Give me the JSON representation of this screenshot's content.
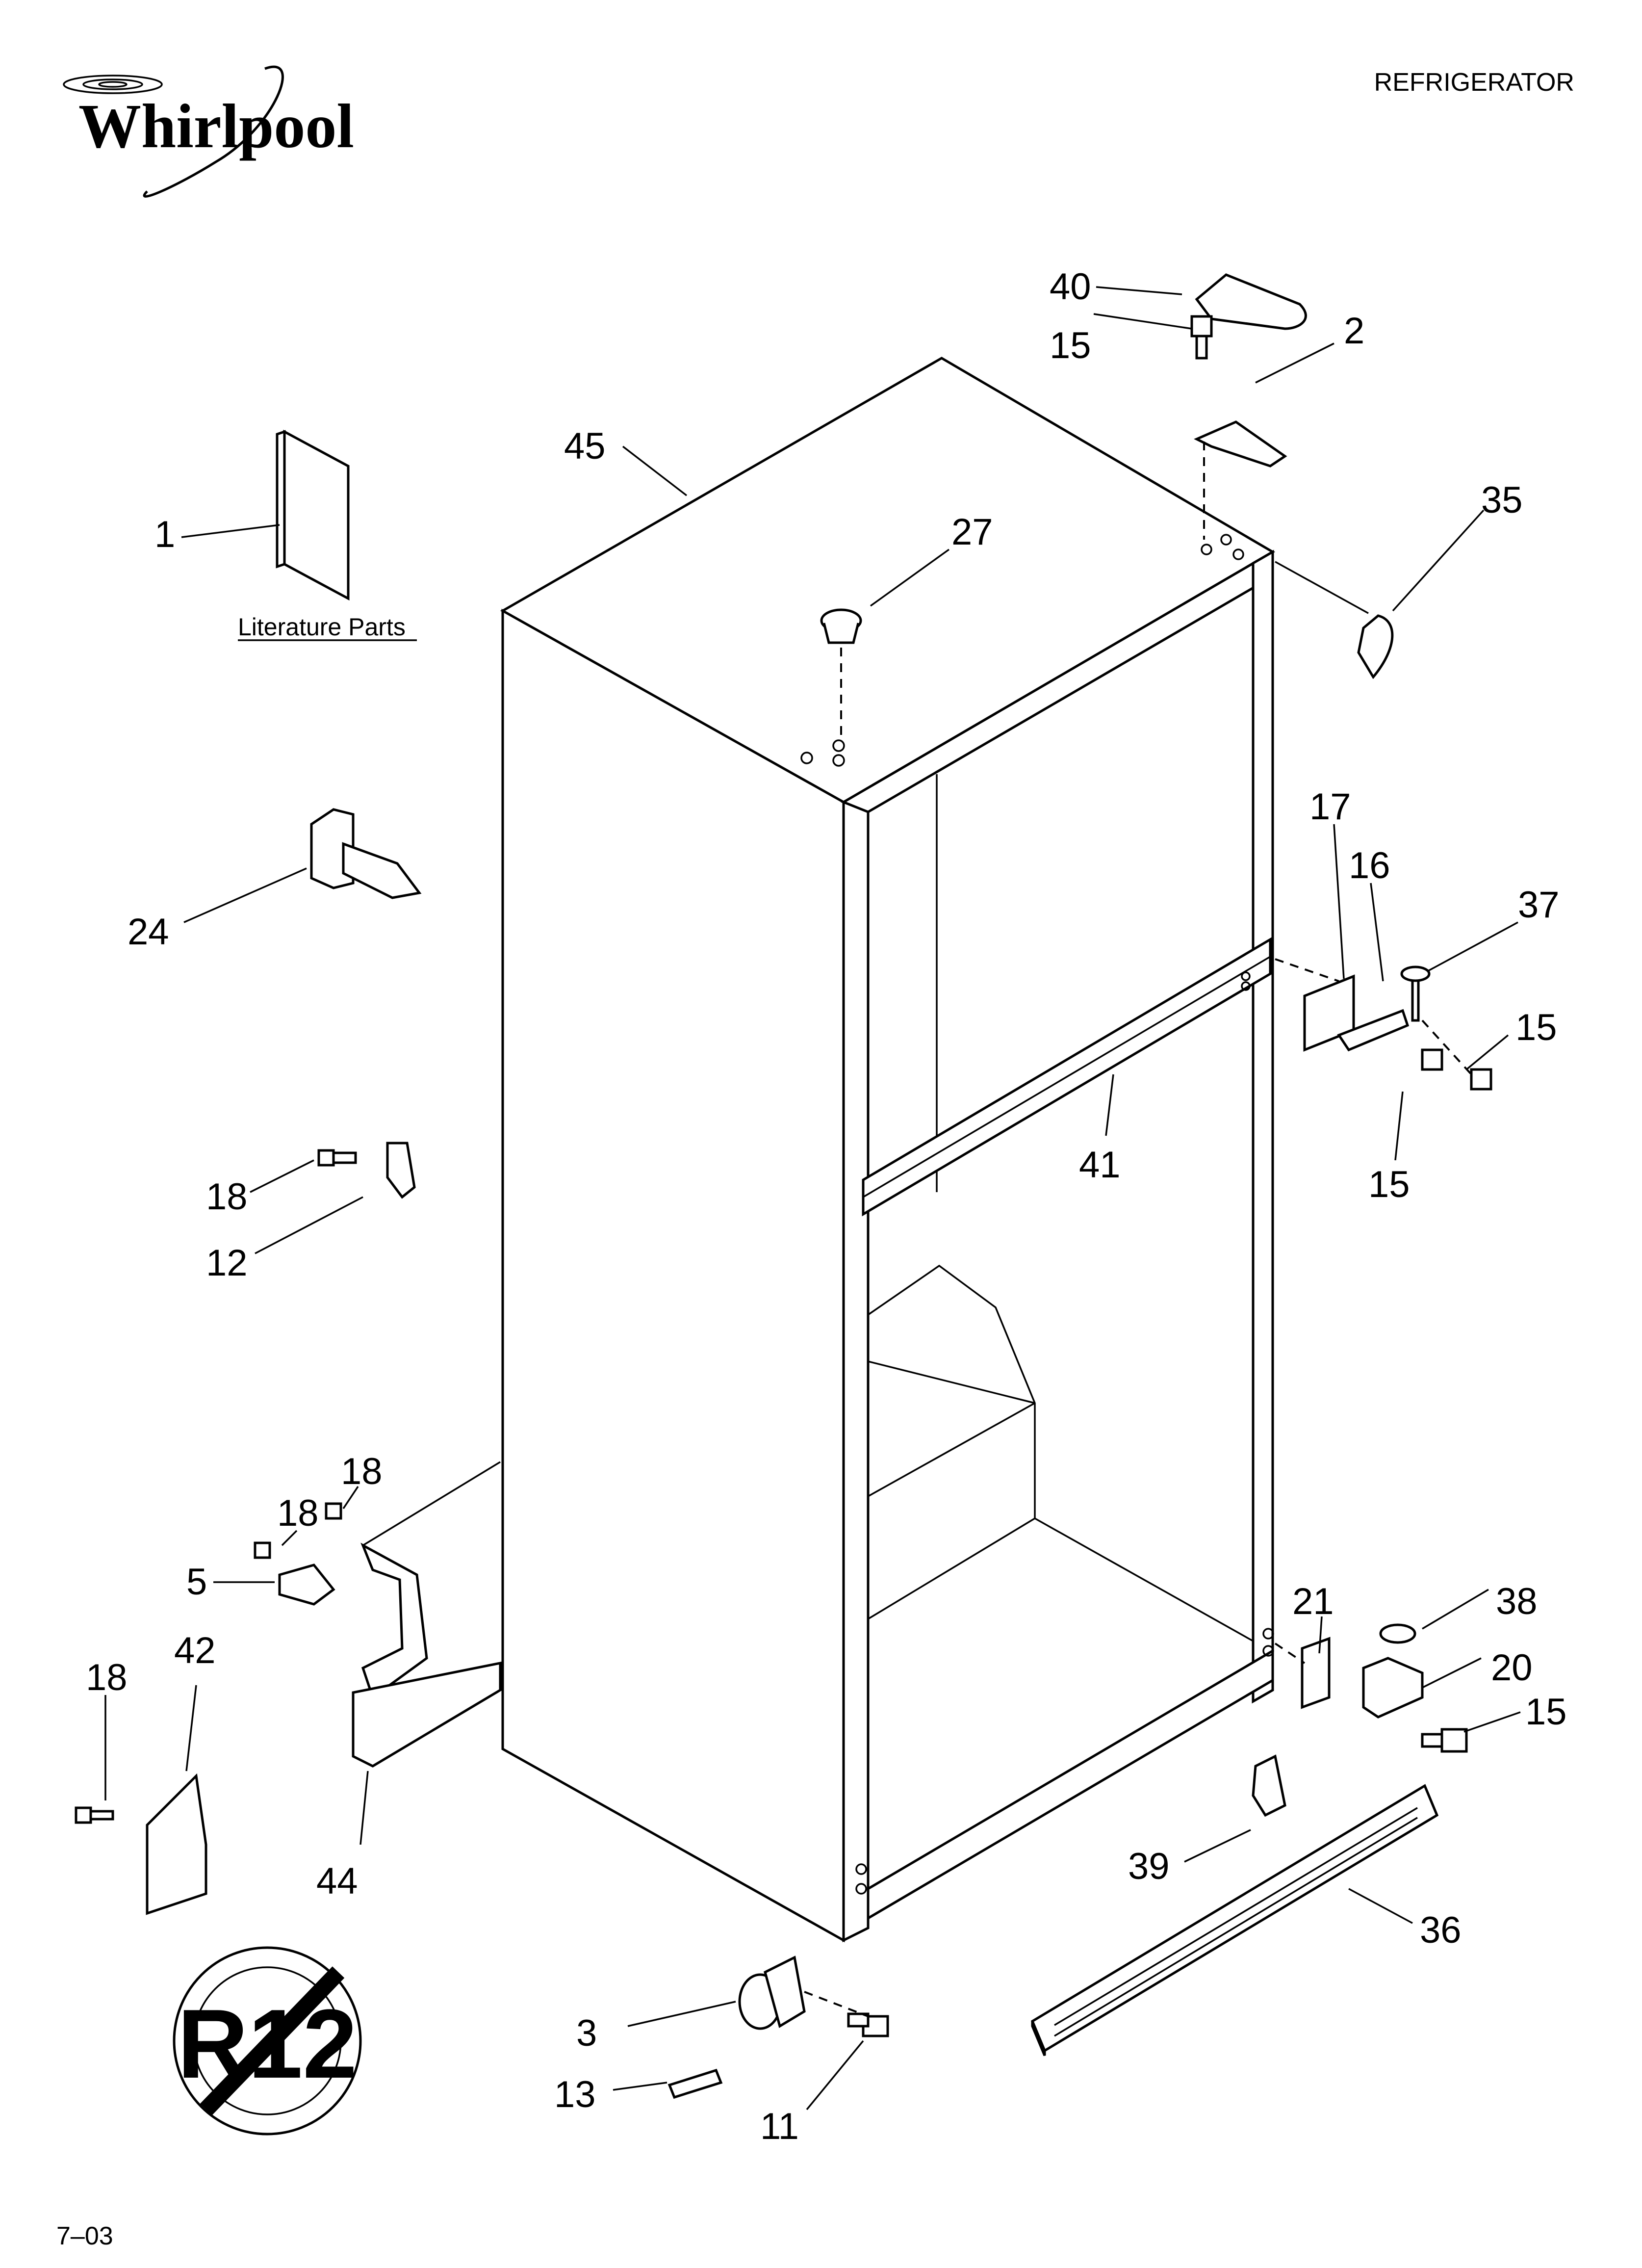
{
  "brand": {
    "logo_text": "Whirlpool"
  },
  "header": {
    "title": "REFRIGERATOR"
  },
  "literature_caption": "Literature Parts",
  "r12_symbol_text": "R12",
  "footer": {
    "code": "7–03"
  },
  "callouts": [
    {
      "id": "c40",
      "text": "40"
    },
    {
      "id": "c15a",
      "text": "15"
    },
    {
      "id": "c2",
      "text": "2"
    },
    {
      "id": "c45",
      "text": "45"
    },
    {
      "id": "c35",
      "text": "35"
    },
    {
      "id": "c1",
      "text": "1"
    },
    {
      "id": "c27",
      "text": "27"
    },
    {
      "id": "c17",
      "text": "17"
    },
    {
      "id": "c16",
      "text": "16"
    },
    {
      "id": "c37",
      "text": "37"
    },
    {
      "id": "c15b",
      "text": "15"
    },
    {
      "id": "c15c",
      "text": "15"
    },
    {
      "id": "c24",
      "text": "24"
    },
    {
      "id": "c41",
      "text": "41"
    },
    {
      "id": "c18a",
      "text": "18"
    },
    {
      "id": "c12",
      "text": "12"
    },
    {
      "id": "c18b",
      "text": "18"
    },
    {
      "id": "c18c",
      "text": "18"
    },
    {
      "id": "c5",
      "text": "5"
    },
    {
      "id": "c21",
      "text": "21"
    },
    {
      "id": "c38",
      "text": "38"
    },
    {
      "id": "c20",
      "text": "20"
    },
    {
      "id": "c15d",
      "text": "15"
    },
    {
      "id": "c18d",
      "text": "18"
    },
    {
      "id": "c42",
      "text": "42"
    },
    {
      "id": "c44",
      "text": "44"
    },
    {
      "id": "c39",
      "text": "39"
    },
    {
      "id": "c36",
      "text": "36"
    },
    {
      "id": "c3",
      "text": "3"
    },
    {
      "id": "c13",
      "text": "13"
    },
    {
      "id": "c11",
      "text": "11"
    }
  ]
}
